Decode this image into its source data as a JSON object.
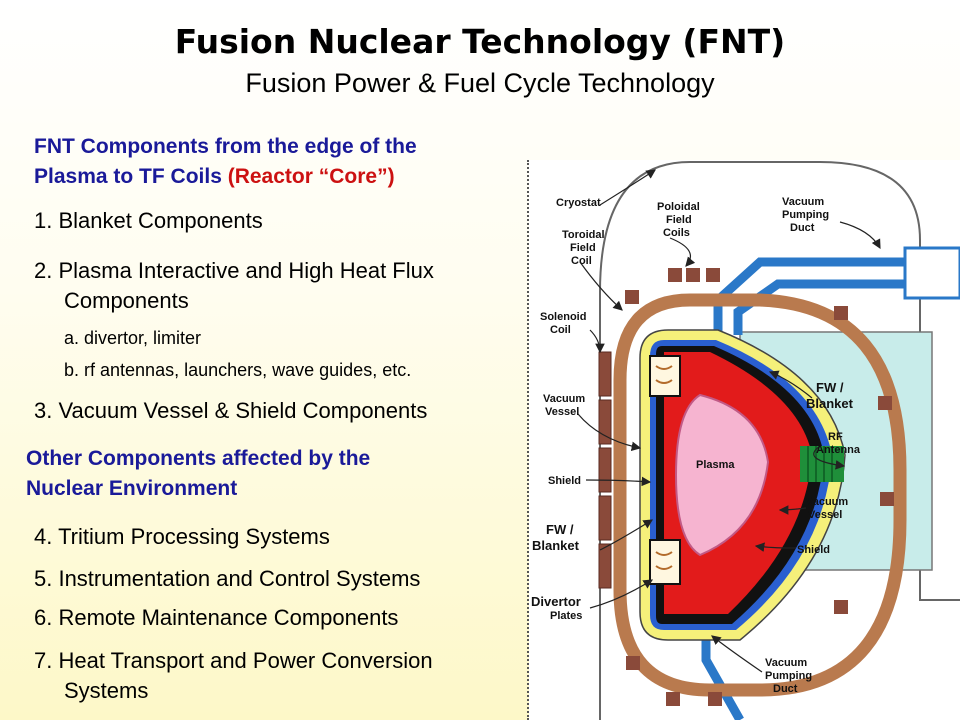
{
  "title": "Fusion Nuclear Technology (FNT)",
  "subtitle": "Fusion Power & Fuel Cycle Technology",
  "section1": {
    "heading_line1": "FNT Components from the edge of the",
    "heading_line2_main": "Plasma to TF Coils ",
    "heading_line2_red": "(Reactor “Core”)"
  },
  "items": {
    "i1": "1. Blanket Components",
    "i2_line1": "2. Plasma Interactive and High Heat Flux",
    "i2_line2": "Components",
    "i2a": "a. divertor, limiter",
    "i2b": "b. rf antennas, launchers, wave guides, etc.",
    "i3": "3. Vacuum Vessel & Shield Components",
    "i4": "4. Tritium Processing Systems",
    "i5": "5. Instrumentation and Control Systems",
    "i6": "6. Remote Maintenance Components",
    "i7_line1": "7. Heat Transport and Power Conversion",
    "i7_line2": "Systems"
  },
  "section2": {
    "heading_line1": "Other Components affected by the",
    "heading_line2": "Nuclear Environment"
  },
  "diagram_labels": {
    "cryostat": "Cryostat",
    "poloidal_1": "Poloidal",
    "poloidal_2": "Field",
    "poloidal_3": "Coils",
    "vac_duct_top_1": "Vacuum",
    "vac_duct_top_2": "Pumping",
    "vac_duct_top_3": "Duct",
    "toroidal_1": "Toroidal",
    "toroidal_2": "Field",
    "toroidal_3": "Coil",
    "solenoid_1": "Solenoid",
    "solenoid_2": "Coil",
    "vacuum_vessel_left_1": "Vacuum",
    "vacuum_vessel_left_2": "Vessel",
    "shield_left": "Shield",
    "fw_blanket_left_1": "FW /",
    "fw_blanket_left_2": "Blanket",
    "divertor_1": "Divertor",
    "divertor_2": "Plates",
    "plasma": "Plasma",
    "fw_blanket_right_1": "FW /",
    "fw_blanket_right_2": "Blanket",
    "rf_1": "RF",
    "rf_2": "Antenna",
    "vacuum_vessel_right_1": "Vacuum",
    "vacuum_vessel_right_2": "Vessel",
    "shield_right": "Shield",
    "vac_duct_bottom_1": "Vacuum",
    "vac_duct_bottom_2": "Pumping",
    "vac_duct_bottom_3": "Duct"
  },
  "colors": {
    "heading_blue": "#1a1a99",
    "heading_red": "#cc1111",
    "tf_coil": "#b97a4e",
    "vacuum_vessel": "#f5f07a",
    "shield": "#2a5fd0",
    "blanket": "#e21b1b",
    "plasma": "#f6b4d0",
    "duct": "#2a78c8",
    "chamber": "#c8ecea",
    "rf_antenna": "#1f8f3a"
  }
}
